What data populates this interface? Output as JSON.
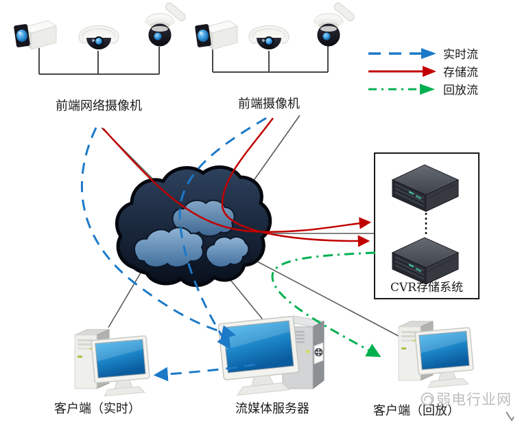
{
  "camera_groups": [
    {
      "label": "前端网络摄像机"
    },
    {
      "label": "前端摄像机"
    }
  ],
  "legend": {
    "items": [
      {
        "label": "实时流",
        "color": "#1b79c8",
        "line_style": "dashed"
      },
      {
        "label": "存储流",
        "color": "#c00000",
        "line_style": "solid"
      },
      {
        "label": "回放流",
        "color": "#00b050",
        "line_style": "dash-dot"
      }
    ]
  },
  "storage": {
    "label": "CVR存储系统"
  },
  "clients": {
    "live": {
      "label": "客户端（实时）"
    },
    "media_server": {
      "label": "流媒体服务器"
    },
    "playback": {
      "label": "客户端（回放）"
    }
  },
  "watermark": {
    "text": "弱电行业网"
  }
}
